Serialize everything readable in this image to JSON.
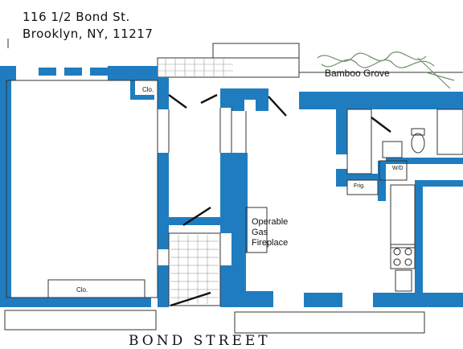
{
  "address": {
    "line1": "116 1/2 Bond St.",
    "line2": "Brooklyn, NY, 11217"
  },
  "labels": {
    "street": "BOND STREET",
    "garden": "Bamboo Grove",
    "fireplace": "Operable\nGas\nFireplace",
    "closet_top": "Clo.",
    "closet_bottom": "Clo.",
    "fridge": "Frig.",
    "washer_dryer": "W/D"
  },
  "colors": {
    "wall": "#1f7dbf",
    "line": "#222222",
    "paver": "#888888",
    "bamboo": "#6f8f6a"
  }
}
